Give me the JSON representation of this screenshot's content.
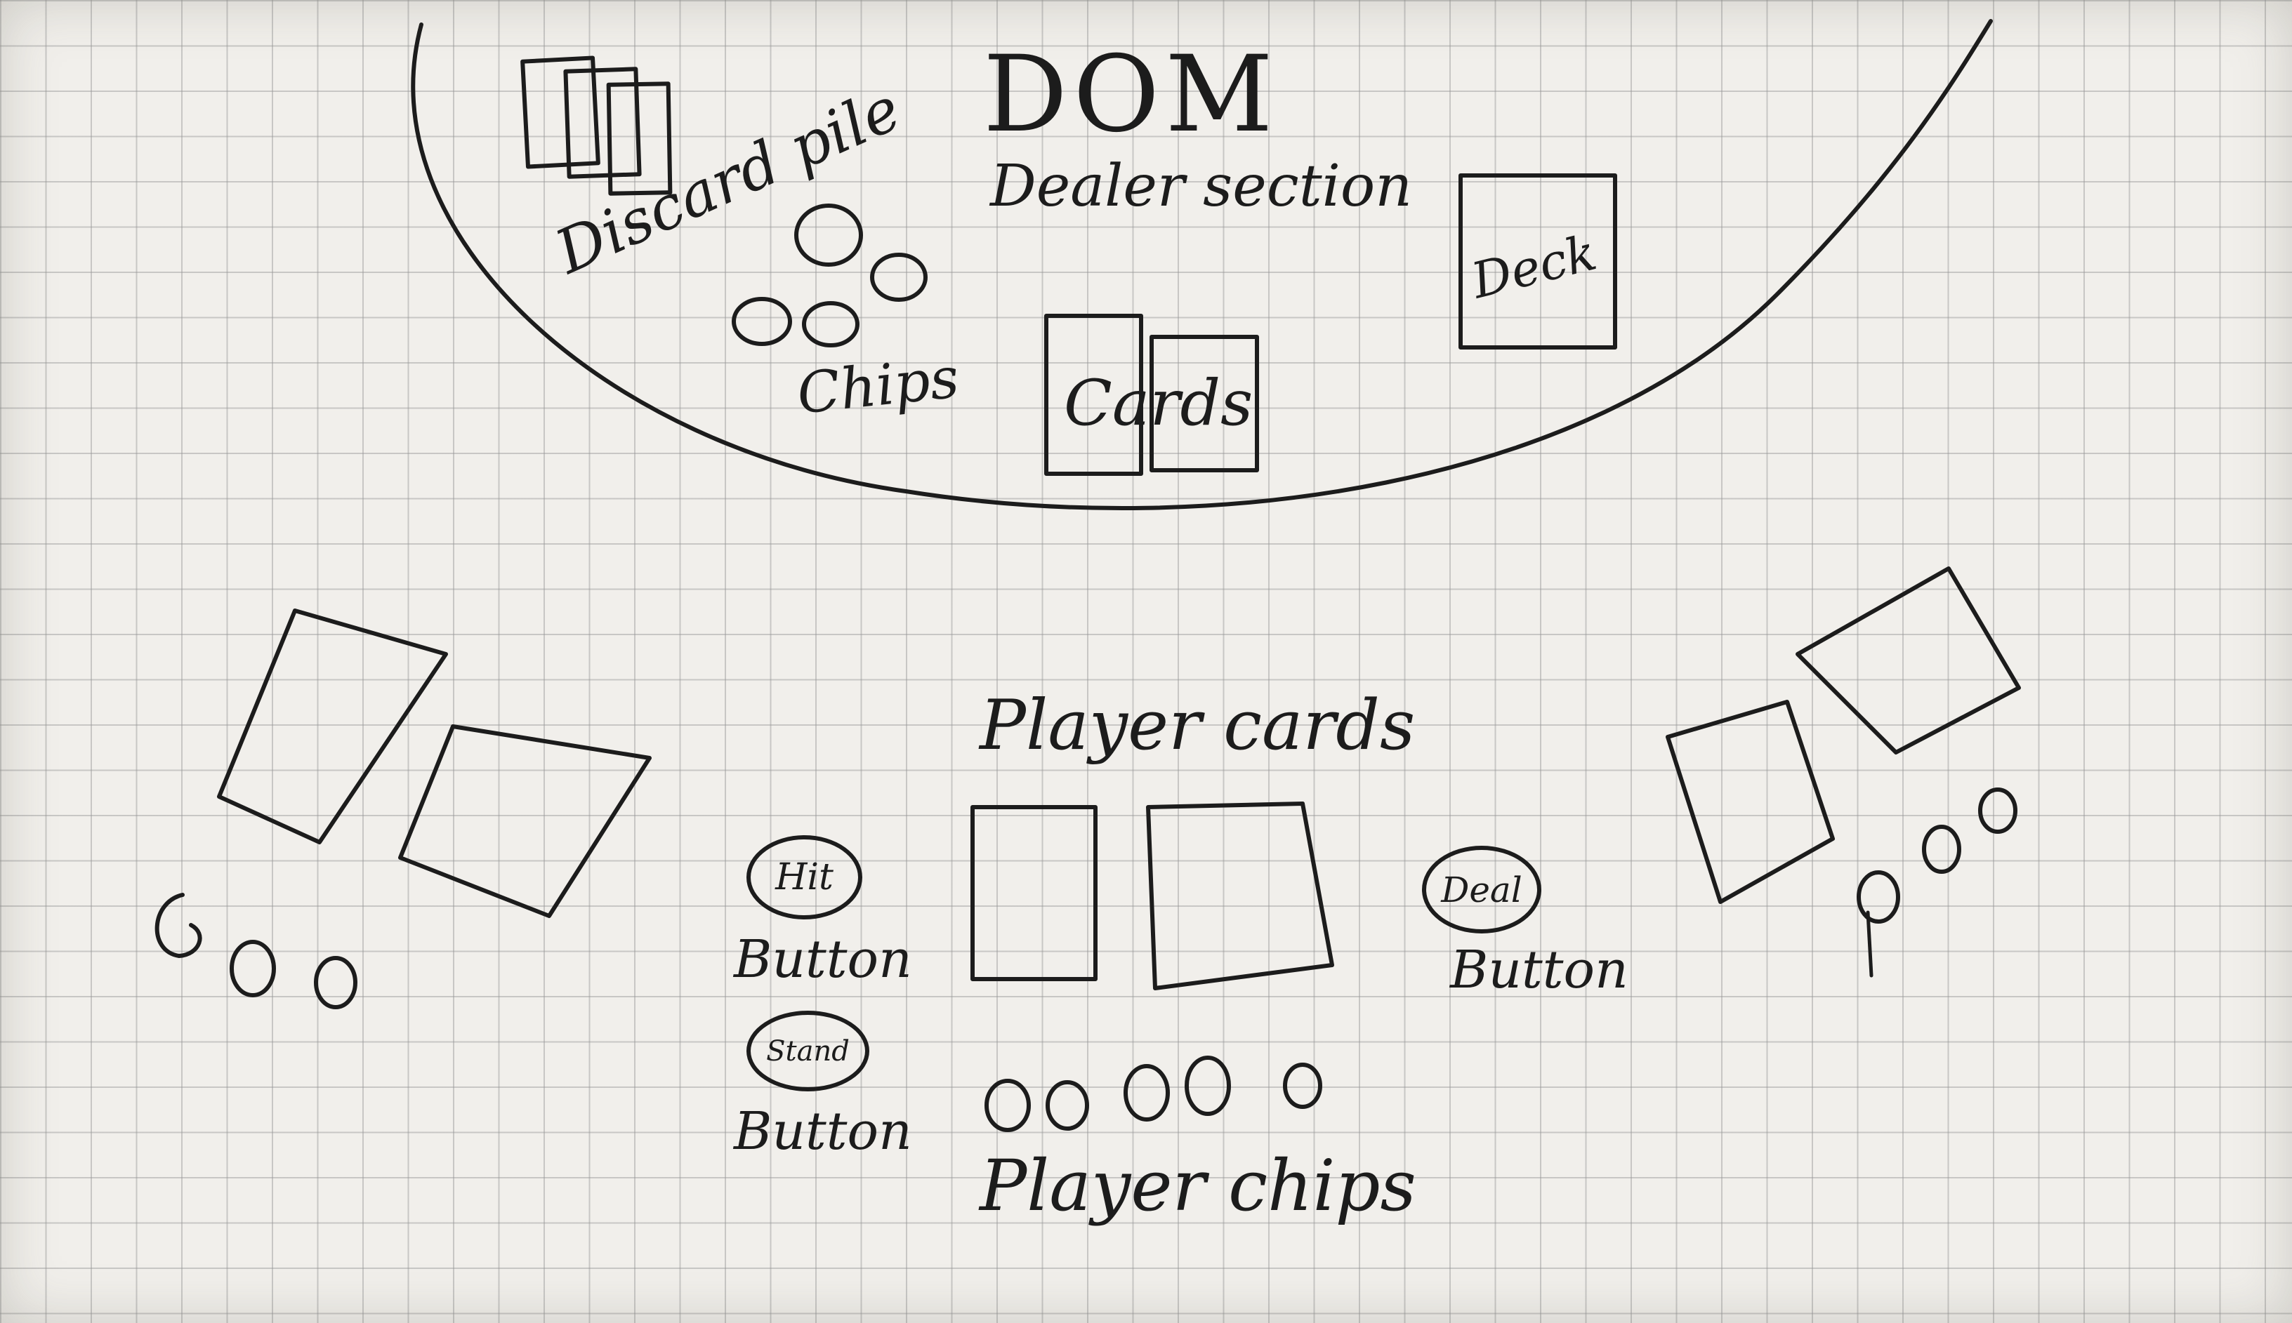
{
  "title": "DOM",
  "dealer": {
    "section_label": "Dealer section",
    "discard_label": "Discard pile",
    "chips_label": "Chips",
    "cards_label": "Cards",
    "deck_label": "Deck"
  },
  "player": {
    "cards_label": "Player cards",
    "chips_label": "Player chips",
    "hit_button": {
      "text": "Hit",
      "caption": "Button"
    },
    "stand_button": {
      "text": "Stand",
      "caption": "Button"
    },
    "deal_button": {
      "text": "Deal",
      "caption": "Button"
    }
  },
  "colors": {
    "ink": "#1c1c1c",
    "paper": "#f1efeb",
    "grid": "#969696"
  }
}
